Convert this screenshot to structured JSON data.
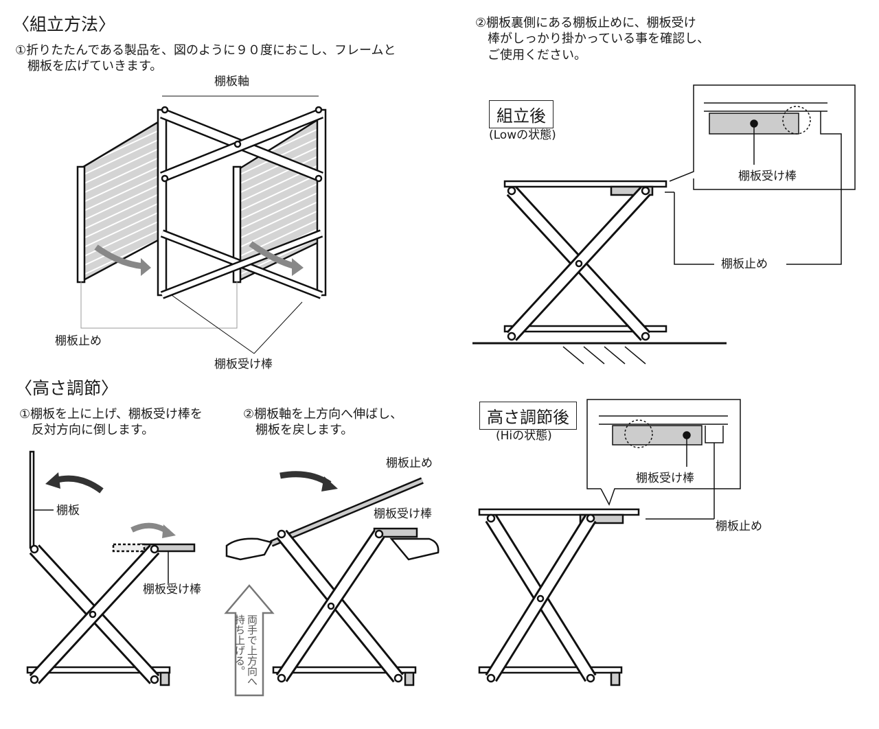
{
  "assembly": {
    "title": "〈組立方法〉",
    "step1": "①折りたたんである製品を、図のように９０度におこし、フレームと\n　棚板を広げていきます。",
    "step2": "②棚板裏側にある棚板止めに、棚板受け\n　棒がしっかり掛かっている事を確認し、\n　ご使用ください。",
    "labels": {
      "shelf_axis": "棚板軸",
      "shelf_stopper": "棚板止め",
      "shelf_support_bar": "棚板受け棒"
    },
    "after": {
      "badge": "組立後",
      "state": "(Lowの状態)",
      "detail_label": "棚板受け棒",
      "stopper_label": "棚板止め"
    }
  },
  "height_adjust": {
    "title": "〈高さ調節〉",
    "step1": "①棚板を上に上げ、棚板受け棒を\n　反対方向に倒します。",
    "step2": "②棚板軸を上方向へ伸ばし、\n　棚板を戻します。",
    "labels": {
      "shelf": "棚板",
      "support_bar": "棚板受け棒",
      "stopper": "棚板止め",
      "support_bar_2": "棚板受け棒"
    },
    "arrow_text": "両手で上方向へ\n持ち上げる。",
    "after": {
      "badge": "高さ調節後",
      "state": "(Hiの状態)",
      "detail_label": "棚板受け棒",
      "stopper_label": "棚板止め"
    }
  }
}
